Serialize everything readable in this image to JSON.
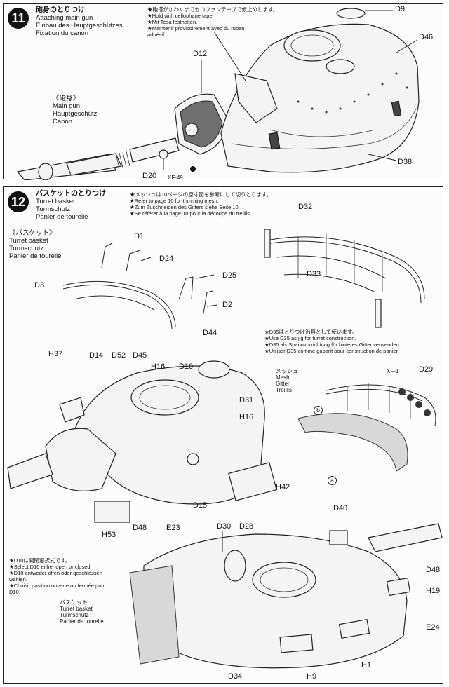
{
  "step11": {
    "number": "11",
    "title_jp": "砲身のとりつけ",
    "title_en": "Attaching main gun",
    "title_de": "Einbau des Hauptgeschützes",
    "title_fr": "Fixation du canon",
    "note_jp": "★砲塔がかわくまでセロファンテープで仮止めします。",
    "note_en": "★Hold with cellophane tape.",
    "note_de": "★Mit Tesa festhalten.",
    "note_fr1": "★Maintenir provisoirement avec du ruban",
    "note_fr2": "adhésif.",
    "gun_jp": "《砲身》",
    "gun_en": "Main gun",
    "gun_de": "Hauptgeschütz",
    "gun_fr": "Canon",
    "parts": {
      "d9": "D9",
      "d46": "D46",
      "d12": "D12",
      "d38": "D38",
      "d20": "D20",
      "xf49": "XF-49"
    }
  },
  "step12": {
    "number": "12",
    "title_jp": "バスケットのとりつけ",
    "title_en": "Turret basket",
    "title_de": "Turmschutz",
    "title_fr": "Panier de tourelle",
    "mesh_note_jp": "★メッシュは10ページの原寸図を参考にして切りとります。",
    "mesh_note_en": "★Refer to page 10 for trimming mesh.",
    "mesh_note_de": "★Zum Zuschneiden des Gitters siehe Seite 10.",
    "mesh_note_fr": "★Se référer à la page 10 pour la découpe du treillis.",
    "basket_jp": "《バスケット》",
    "basket_en": "Turret basket",
    "basket_de": "Turmschutz",
    "basket_fr": "Panier de tourelle",
    "jig_jp": "★D35はとりつけ治具として使います。",
    "jig_en": "★Use D35 as jig for turret construction.",
    "jig_de": "★D35 als Spannvorrichtung für hinteres Gitter verwenden.",
    "jig_fr": "★Utiliser D35 comme gabarit pour construction de panier.",
    "mesh_jp": "メッシュ",
    "mesh_en": "Mesh",
    "mesh_de": "Gitter",
    "mesh_fr": "Treillis",
    "d10_jp": "★D10は開閉選択式です。",
    "d10_en": "★Select D10 either open or closed.",
    "d10_de1": "★D10 entweder offen oder geschlossen",
    "d10_de2": "wählen.",
    "d10_fr1": "★Choisir position ouverte ou fermée pour",
    "d10_fr2": "D10.",
    "basket2_jp": "バスケット",
    "basket2_en": "Turret basket",
    "basket2_de": "Turmschutz",
    "basket2_fr": "Panier de tourelle",
    "parts": {
      "d1": "D1",
      "d24": "D24",
      "d3": "D3",
      "d25": "D25",
      "d2": "D2",
      "d32": "D32",
      "d33": "D33",
      "d44": "D44",
      "h37": "H37",
      "d14": "D14",
      "d52": "D52",
      "d45": "D45",
      "h16a": "H16",
      "d10": "D10",
      "d31": "D31",
      "h16b": "H16",
      "xf1": "XF-1",
      "d29": "D29",
      "h42": "H42",
      "d15": "D15",
      "h53": "H53",
      "d48a": "D48",
      "e23": "E23",
      "d30": "D30",
      "d28": "D28",
      "d40": "D40",
      "d48b": "D48",
      "h19": "H19",
      "e24": "E24",
      "h1": "H1",
      "h9": "H9",
      "d34": "D34",
      "circle_a": "a",
      "circle_b": "b"
    }
  }
}
